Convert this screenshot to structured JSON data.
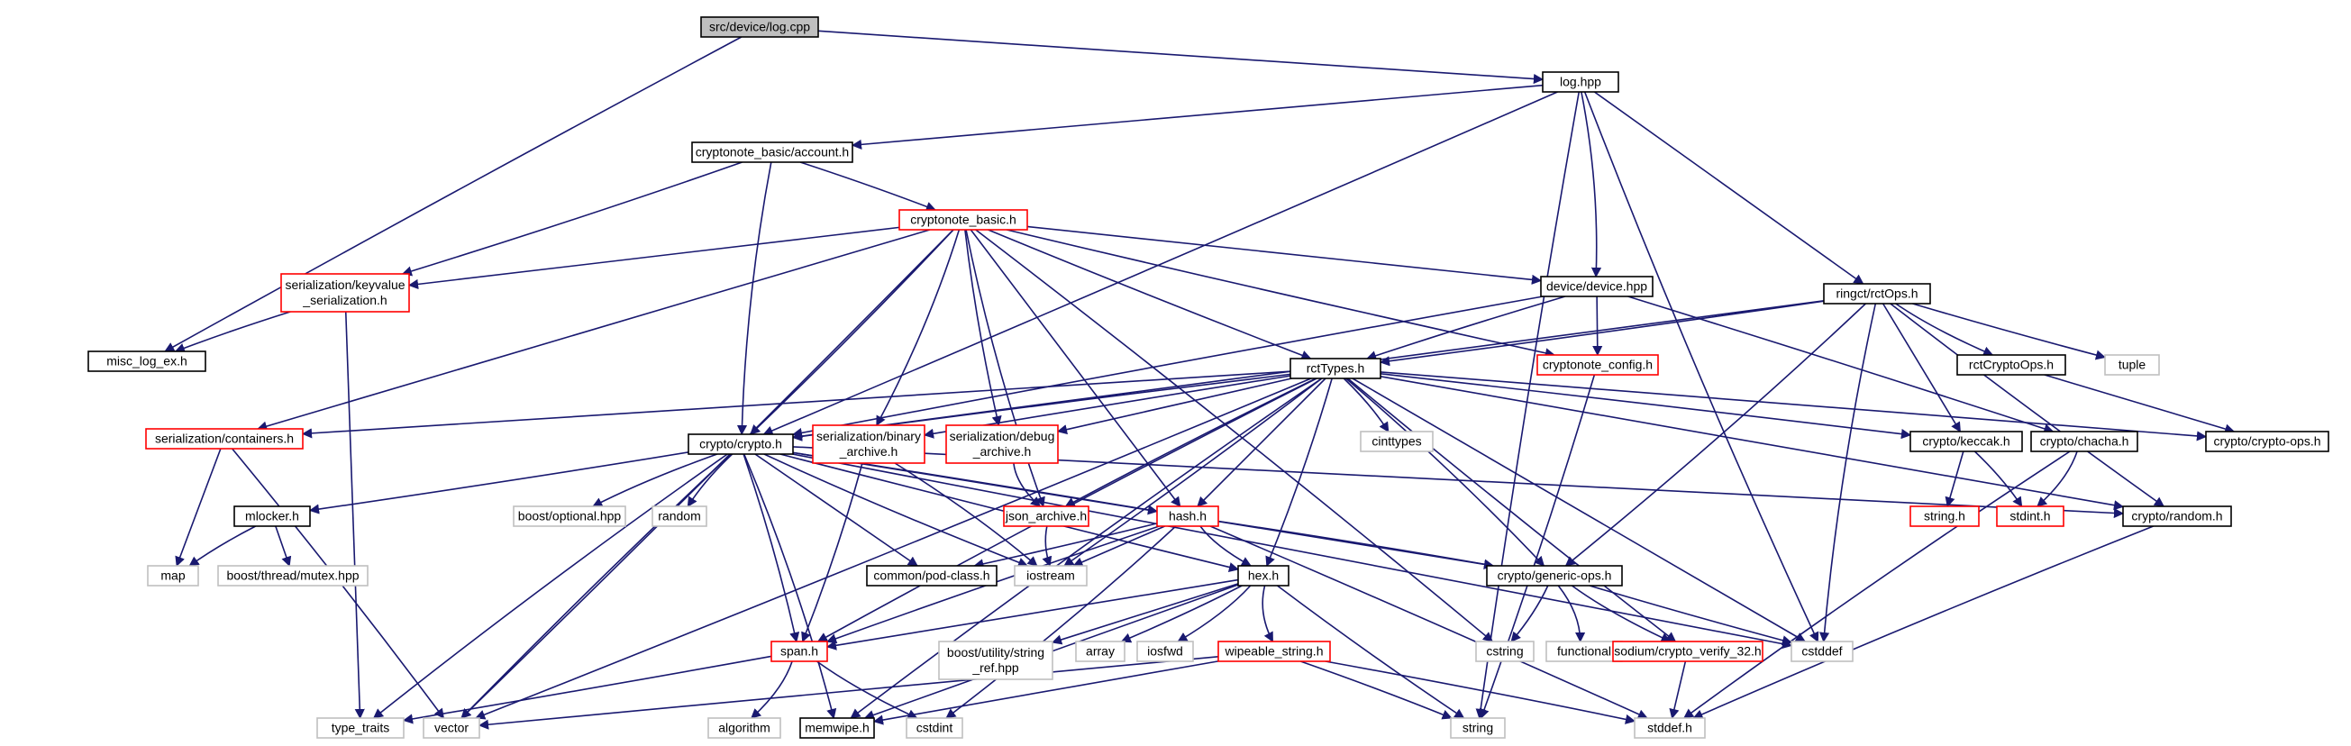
{
  "diagram": {
    "root": "src/device/log.cpp",
    "nodes": {
      "root": {
        "label": "src/device/log.cpp",
        "kind": "root"
      },
      "log_hpp": {
        "label": "log.hpp",
        "kind": "normal"
      },
      "misc_log_ex": {
        "label": "misc_log_ex.h",
        "kind": "normal"
      },
      "account": {
        "label": "cryptonote_basic/account.h",
        "kind": "normal"
      },
      "cn_basic": {
        "label": "cryptonote_basic.h",
        "kind": "truncated"
      },
      "kv_ser": {
        "label": "serialization/keyvalue\n_serialization.h",
        "kind": "truncated"
      },
      "device_hpp": {
        "label": "device/device.hpp",
        "kind": "normal"
      },
      "cn_config": {
        "label": "cryptonote_config.h",
        "kind": "truncated"
      },
      "rctops": {
        "label": "ringct/rctOps.h",
        "kind": "normal"
      },
      "rctcryptoops": {
        "label": "rctCryptoOps.h",
        "kind": "normal"
      },
      "tuple": {
        "label": "tuple",
        "kind": "system"
      },
      "rcttypes": {
        "label": "rctTypes.h",
        "kind": "normal"
      },
      "ser_containers": {
        "label": "serialization/containers.h",
        "kind": "truncated"
      },
      "crypto_h": {
        "label": "crypto/crypto.h",
        "kind": "normal"
      },
      "bin_archive": {
        "label": "serialization/binary\n_archive.h",
        "kind": "truncated"
      },
      "debug_archive": {
        "label": "serialization/debug\n_archive.h",
        "kind": "truncated"
      },
      "cinttypes": {
        "label": "cinttypes",
        "kind": "system"
      },
      "keccak": {
        "label": "crypto/keccak.h",
        "kind": "normal"
      },
      "chacha": {
        "label": "crypto/chacha.h",
        "kind": "normal"
      },
      "crypto_ops": {
        "label": "crypto/crypto-ops.h",
        "kind": "normal"
      },
      "mlocker": {
        "label": "mlocker.h",
        "kind": "normal"
      },
      "boost_optional": {
        "label": "boost/optional.hpp",
        "kind": "system"
      },
      "random": {
        "label": "random",
        "kind": "system"
      },
      "json_archive": {
        "label": "json_archive.h",
        "kind": "truncated"
      },
      "hash_h": {
        "label": "hash.h",
        "kind": "truncated"
      },
      "crypto_random": {
        "label": "crypto/random.h",
        "kind": "normal"
      },
      "string_h": {
        "label": "string.h",
        "kind": "truncated"
      },
      "stdint_h": {
        "label": "stdint.h",
        "kind": "truncated"
      },
      "map": {
        "label": "map",
        "kind": "system"
      },
      "boost_mutex": {
        "label": "boost/thread/mutex.hpp",
        "kind": "system"
      },
      "pod_class": {
        "label": "common/pod-class.h",
        "kind": "normal"
      },
      "iostream": {
        "label": "iostream",
        "kind": "system"
      },
      "hex_h": {
        "label": "hex.h",
        "kind": "normal"
      },
      "generic_ops": {
        "label": "crypto/generic-ops.h",
        "kind": "normal"
      },
      "span_h": {
        "label": "span.h",
        "kind": "truncated"
      },
      "boost_string_ref": {
        "label": "boost/utility/string\n_ref.hpp",
        "kind": "system"
      },
      "array": {
        "label": "array",
        "kind": "system"
      },
      "iosfwd": {
        "label": "iosfwd",
        "kind": "system"
      },
      "wipeable_string": {
        "label": "wipeable_string.h",
        "kind": "truncated"
      },
      "cstring": {
        "label": "cstring",
        "kind": "system"
      },
      "functional": {
        "label": "functional",
        "kind": "system"
      },
      "sodium_verify": {
        "label": "sodium/crypto_verify_32.h",
        "kind": "truncated"
      },
      "cstddef": {
        "label": "cstddef",
        "kind": "system"
      },
      "type_traits": {
        "label": "type_traits",
        "kind": "system"
      },
      "vector": {
        "label": "vector",
        "kind": "system"
      },
      "algorithm": {
        "label": "algorithm",
        "kind": "system"
      },
      "memwipe": {
        "label": "memwipe.h",
        "kind": "normal"
      },
      "cstdint": {
        "label": "cstdint",
        "kind": "system"
      },
      "string": {
        "label": "string",
        "kind": "system"
      },
      "stddef_h": {
        "label": "stddef.h",
        "kind": "system"
      }
    },
    "edges": [
      [
        "root",
        "log_hpp"
      ],
      [
        "root",
        "misc_log_ex"
      ],
      [
        "log_hpp",
        "account"
      ],
      [
        "log_hpp",
        "crypto_h"
      ],
      [
        "log_hpp",
        "device_hpp"
      ],
      [
        "log_hpp",
        "cstddef"
      ],
      [
        "log_hpp",
        "string"
      ],
      [
        "log_hpp",
        "rctops"
      ],
      [
        "account",
        "cn_basic"
      ],
      [
        "account",
        "kv_ser"
      ],
      [
        "account",
        "crypto_h"
      ],
      [
        "kv_ser",
        "misc_log_ex"
      ],
      [
        "kv_ser",
        "type_traits"
      ],
      [
        "cn_basic",
        "kv_ser"
      ],
      [
        "cn_basic",
        "device_hpp"
      ],
      [
        "cn_basic",
        "cn_config"
      ],
      [
        "cn_basic",
        "rcttypes"
      ],
      [
        "cn_basic",
        "ser_containers"
      ],
      [
        "cn_basic",
        "crypto_h"
      ],
      [
        "cn_basic",
        "bin_archive"
      ],
      [
        "cn_basic",
        "json_archive"
      ],
      [
        "cn_basic",
        "debug_archive"
      ],
      [
        "cn_basic",
        "hash_h"
      ],
      [
        "cn_basic",
        "vector"
      ],
      [
        "cn_basic",
        "cstring"
      ],
      [
        "device_hpp",
        "crypto_h"
      ],
      [
        "device_hpp",
        "rcttypes"
      ],
      [
        "device_hpp",
        "cn_config"
      ],
      [
        "device_hpp",
        "chacha"
      ],
      [
        "rctops",
        "rcttypes"
      ],
      [
        "rctops",
        "rctcryptoops"
      ],
      [
        "rctops",
        "tuple"
      ],
      [
        "rctops",
        "keccak"
      ],
      [
        "rctops",
        "crypto_h"
      ],
      [
        "rctops",
        "generic_ops"
      ],
      [
        "rctops",
        "cstddef"
      ],
      [
        "rctops",
        "crypto_random"
      ],
      [
        "rctcryptoops",
        "crypto_ops"
      ],
      [
        "cn_config",
        "string"
      ],
      [
        "rcttypes",
        "ser_containers"
      ],
      [
        "rcttypes",
        "crypto_h"
      ],
      [
        "rcttypes",
        "bin_archive"
      ],
      [
        "rcttypes",
        "debug_archive"
      ],
      [
        "rcttypes",
        "cinttypes"
      ],
      [
        "rcttypes",
        "keccak"
      ],
      [
        "rcttypes",
        "crypto_ops"
      ],
      [
        "rcttypes",
        "json_archive"
      ],
      [
        "rcttypes",
        "hash_h"
      ],
      [
        "rcttypes",
        "hex_h"
      ],
      [
        "rcttypes",
        "generic_ops"
      ],
      [
        "rcttypes",
        "span_h"
      ],
      [
        "rcttypes",
        "sodium_verify"
      ],
      [
        "rcttypes",
        "cstddef"
      ],
      [
        "rcttypes",
        "iostream"
      ],
      [
        "rcttypes",
        "vector"
      ],
      [
        "rcttypes",
        "memwipe"
      ],
      [
        "rcttypes",
        "crypto_random"
      ],
      [
        "ser_containers",
        "map"
      ],
      [
        "ser_containers",
        "vector"
      ],
      [
        "crypto_h",
        "mlocker"
      ],
      [
        "crypto_h",
        "boost_optional"
      ],
      [
        "crypto_h",
        "random"
      ],
      [
        "crypto_h",
        "pod_class"
      ],
      [
        "crypto_h",
        "hash_h"
      ],
      [
        "crypto_h",
        "crypto_random"
      ],
      [
        "crypto_h",
        "iostream"
      ],
      [
        "crypto_h",
        "hex_h"
      ],
      [
        "crypto_h",
        "generic_ops"
      ],
      [
        "crypto_h",
        "span_h"
      ],
      [
        "crypto_h",
        "memwipe"
      ],
      [
        "crypto_h",
        "type_traits"
      ],
      [
        "crypto_h",
        "vector"
      ],
      [
        "crypto_h",
        "cstddef"
      ],
      [
        "bin_archive",
        "span_h"
      ],
      [
        "bin_archive",
        "iostream"
      ],
      [
        "debug_archive",
        "json_archive"
      ],
      [
        "json_archive",
        "iostream"
      ],
      [
        "keccak",
        "string_h"
      ],
      [
        "keccak",
        "stdint_h"
      ],
      [
        "chacha",
        "stdint_h"
      ],
      [
        "chacha",
        "stddef_h"
      ],
      [
        "mlocker",
        "map"
      ],
      [
        "mlocker",
        "boost_mutex"
      ],
      [
        "hash_h",
        "pod_class"
      ],
      [
        "hash_h",
        "generic_ops"
      ],
      [
        "hash_h",
        "hex_h"
      ],
      [
        "hash_h",
        "span_h"
      ],
      [
        "hash_h",
        "iostream"
      ],
      [
        "hash_h",
        "stddef_h"
      ],
      [
        "hash_h",
        "cstdint"
      ],
      [
        "crypto_random",
        "stddef_h"
      ],
      [
        "hex_h",
        "span_h"
      ],
      [
        "hex_h",
        "boost_string_ref"
      ],
      [
        "hex_h",
        "array"
      ],
      [
        "hex_h",
        "iosfwd"
      ],
      [
        "hex_h",
        "wipeable_string"
      ],
      [
        "hex_h",
        "string"
      ],
      [
        "hex_h",
        "memwipe"
      ],
      [
        "generic_ops",
        "cstring"
      ],
      [
        "generic_ops",
        "functional"
      ],
      [
        "generic_ops",
        "sodium_verify"
      ],
      [
        "generic_ops",
        "cstddef"
      ],
      [
        "sodium_verify",
        "stddef_h"
      ],
      [
        "span_h",
        "type_traits"
      ],
      [
        "span_h",
        "algorithm"
      ],
      [
        "span_h",
        "cstdint"
      ],
      [
        "wipeable_string",
        "vector"
      ],
      [
        "wipeable_string",
        "memwipe"
      ],
      [
        "wipeable_string",
        "string"
      ],
      [
        "wipeable_string",
        "stddef_h"
      ]
    ],
    "colors": {
      "edge": "#191970",
      "normal_border": "#000000",
      "truncated_border": "#ff0000",
      "system_border": "#bfbfbf",
      "root_fill": "#bfbfbf",
      "text": "#000000",
      "system_text": "#000000"
    }
  }
}
